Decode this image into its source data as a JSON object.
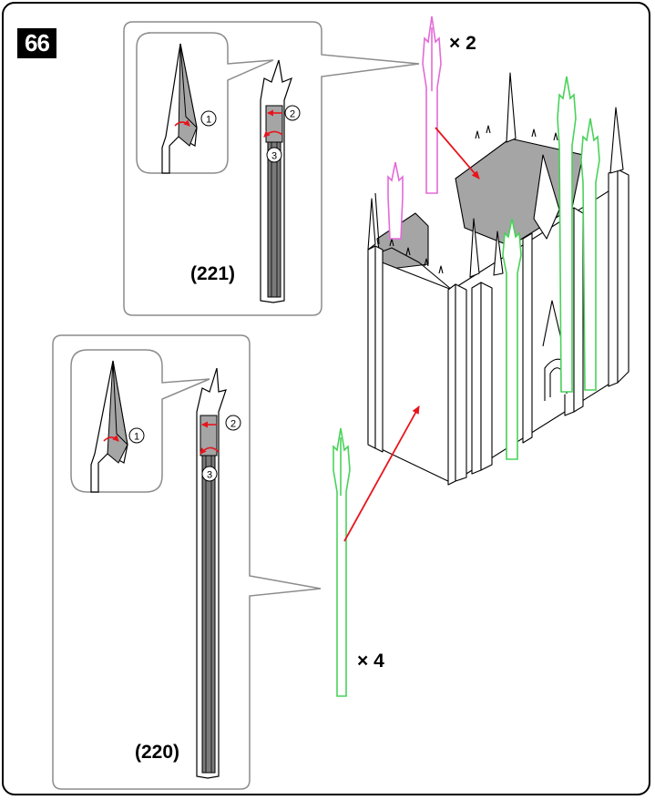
{
  "step": {
    "number": "66"
  },
  "callouts": {
    "upper": {
      "label": "(221)",
      "steps": [
        "1",
        "2",
        "3"
      ]
    },
    "lower": {
      "label": "(220)",
      "steps": [
        "1",
        "2",
        "3"
      ]
    }
  },
  "multipliers": {
    "pink_spire": "× 2",
    "green_spire": "× 4"
  },
  "colors": {
    "pink": "#e36ad8",
    "green": "#49d25a",
    "red_arrow": "#e8141c",
    "gray_fill": "#a5a5a5",
    "panel_border": "#8c8c8c"
  },
  "icons": {
    "pink_spire": "pink-spire-icon",
    "green_spire": "green-spire-icon",
    "cathedral": "cathedral-model-icon"
  }
}
